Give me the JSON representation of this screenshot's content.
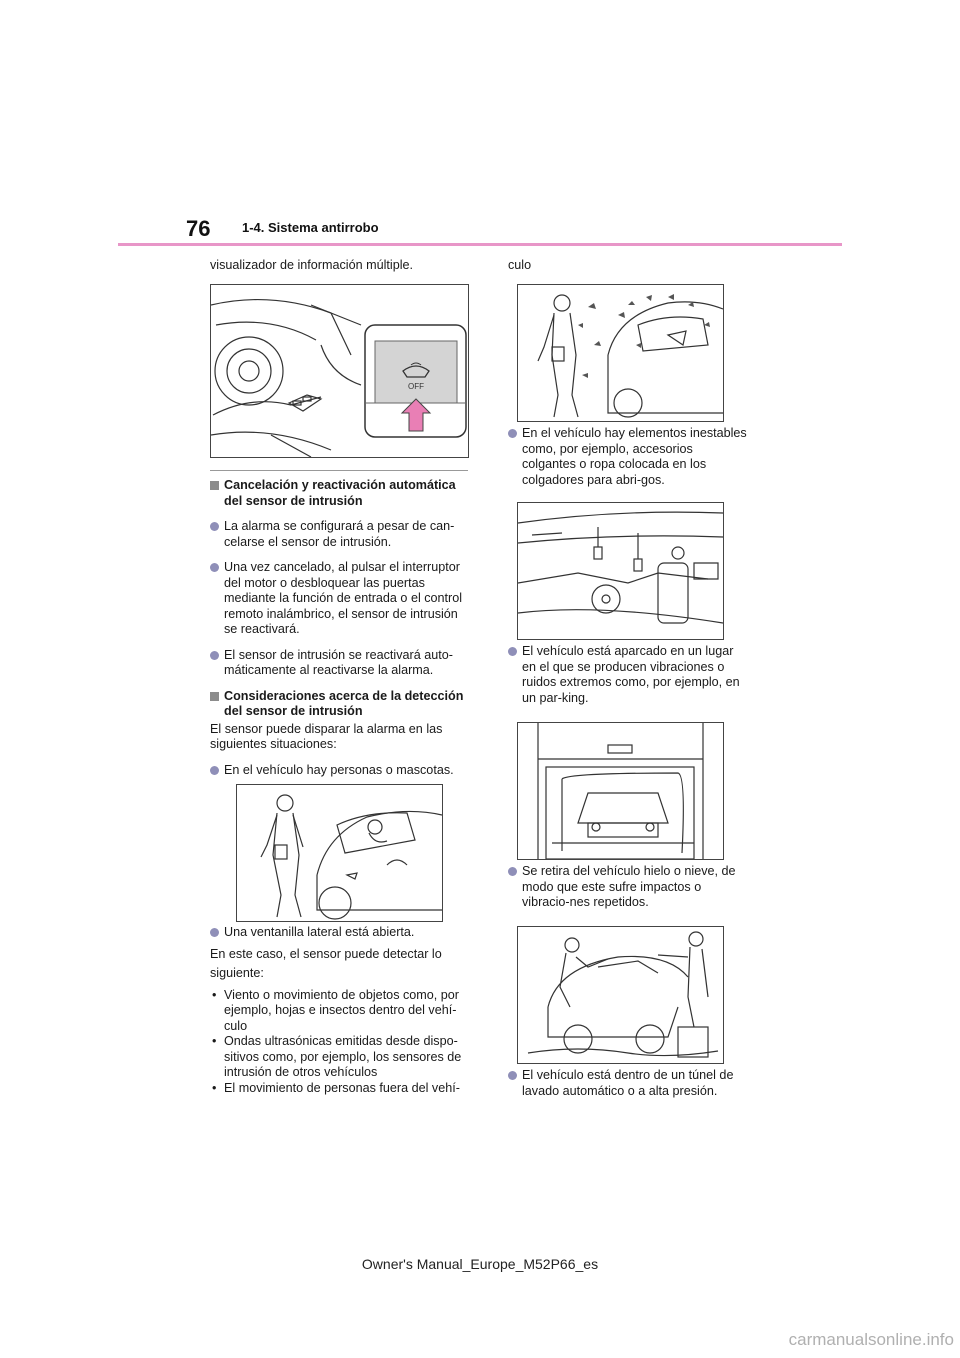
{
  "header": {
    "page_number": "76",
    "section_title": "1-4. Sistema antirrobo"
  },
  "left": {
    "intro": "visualizador de información múltiple.",
    "figure1_icon_label": "OFF",
    "heading1": "Cancelación y reactivación automática del sensor de intrusión",
    "b1": "La alarma se configurará a pesar de can-celarse el sensor de intrusión.",
    "b2": "Una vez cancelado, al pulsar el interruptor del motor o desbloquear las puertas mediante la función de entrada o el control remoto inalámbrico, el sensor de intrusión se reactivará.",
    "b3": "El sensor de intrusión se reactivará auto-máticamente al reactivarse la alarma.",
    "heading2": "Consideraciones acerca de la detección del sensor de intrusión",
    "p1": "El sensor puede disparar la alarma en las siguientes situaciones:",
    "b4": "En el vehículo hay personas o mascotas.",
    "b5": "Una ventanilla lateral está abierta.",
    "p2": "En este caso, el sensor puede detectar lo",
    "p3": "siguiente:",
    "s1": "Viento o movimiento de objetos como, por ejemplo, hojas e insectos dentro del vehí-culo",
    "s2": "Ondas ultrasónicas emitidas desde dispo-sitivos como, por ejemplo, los sensores de intrusión de otros vehículos",
    "s3": "El movimiento de personas fuera del vehí-"
  },
  "right": {
    "cont": "culo",
    "b1": "En el vehículo hay elementos inestables como, por ejemplo, accesorios colgantes o ropa colocada en los colgadores para abri-gos.",
    "b2": "El vehículo está aparcado en un lugar en el que se producen vibraciones o ruidos extremos como, por ejemplo, en un par-king.",
    "b3": "Se retira del vehículo hielo o nieve, de modo que este sufre impactos o vibracio-nes repetidos.",
    "b4": "El vehículo está dentro de un túnel de lavado automático o a alta presión."
  },
  "footer": {
    "text": "Owner's Manual_Europe_M52P66_es",
    "watermark": "carmanualsonline.info"
  },
  "colors": {
    "header_rule": "#e896c8",
    "bullet": "#8f8fb8",
    "square_bullet": "#8c8c8c",
    "icon_panel": "#d4d4d4",
    "arrow": "#e97fb5"
  }
}
